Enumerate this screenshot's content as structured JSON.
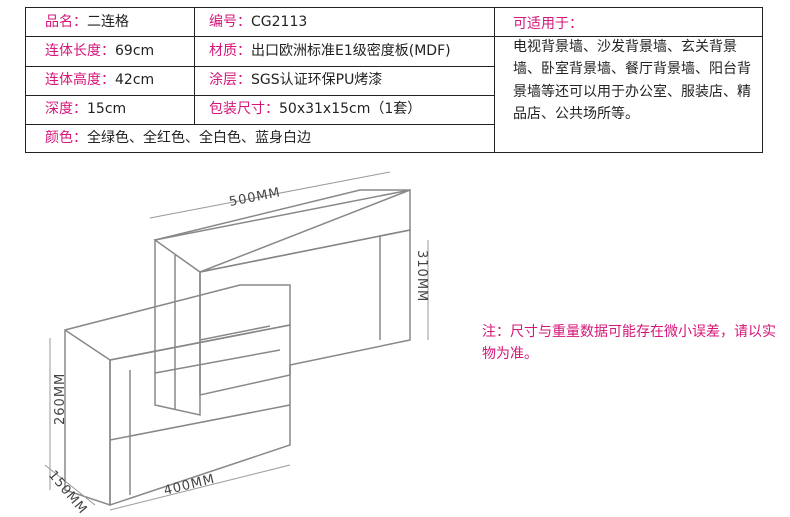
{
  "specs": [
    {
      "label": "品名：",
      "value": "二连格"
    },
    {
      "label": "编号：",
      "value": "CG2113"
    },
    {
      "label": "连体长度：",
      "value": "69cm"
    },
    {
      "label": "材质：",
      "value": "出口欧洲标准E1级密度板(MDF)"
    },
    {
      "label": "连体高度：",
      "value": "42cm"
    },
    {
      "label": "涂层：",
      "value": "SGS认证环保PU烤漆"
    },
    {
      "label": "深度：",
      "value": "15cm"
    },
    {
      "label": "包装尺寸：",
      "value": "50x31x15cm（1套）"
    },
    {
      "label": "颜色：",
      "value": "全绿色、全红色、全白色、蓝身白边"
    }
  ],
  "usage": {
    "title": "可适用于：",
    "text": "电视背景墙、沙发背景墙、玄关背景墙、卧室背景墙、餐厅背景墙、阳台背景墙等还可以用于办公室、服装店、精品店、公共场所等。"
  },
  "dimensions": {
    "top_width": "500MM",
    "right_height": "310MM",
    "left_height": "260MM",
    "depth": "150MM",
    "bottom_width": "400MM"
  },
  "note": "注：尺寸与重量数据可能存在微小误差，请以实物为准。"
}
